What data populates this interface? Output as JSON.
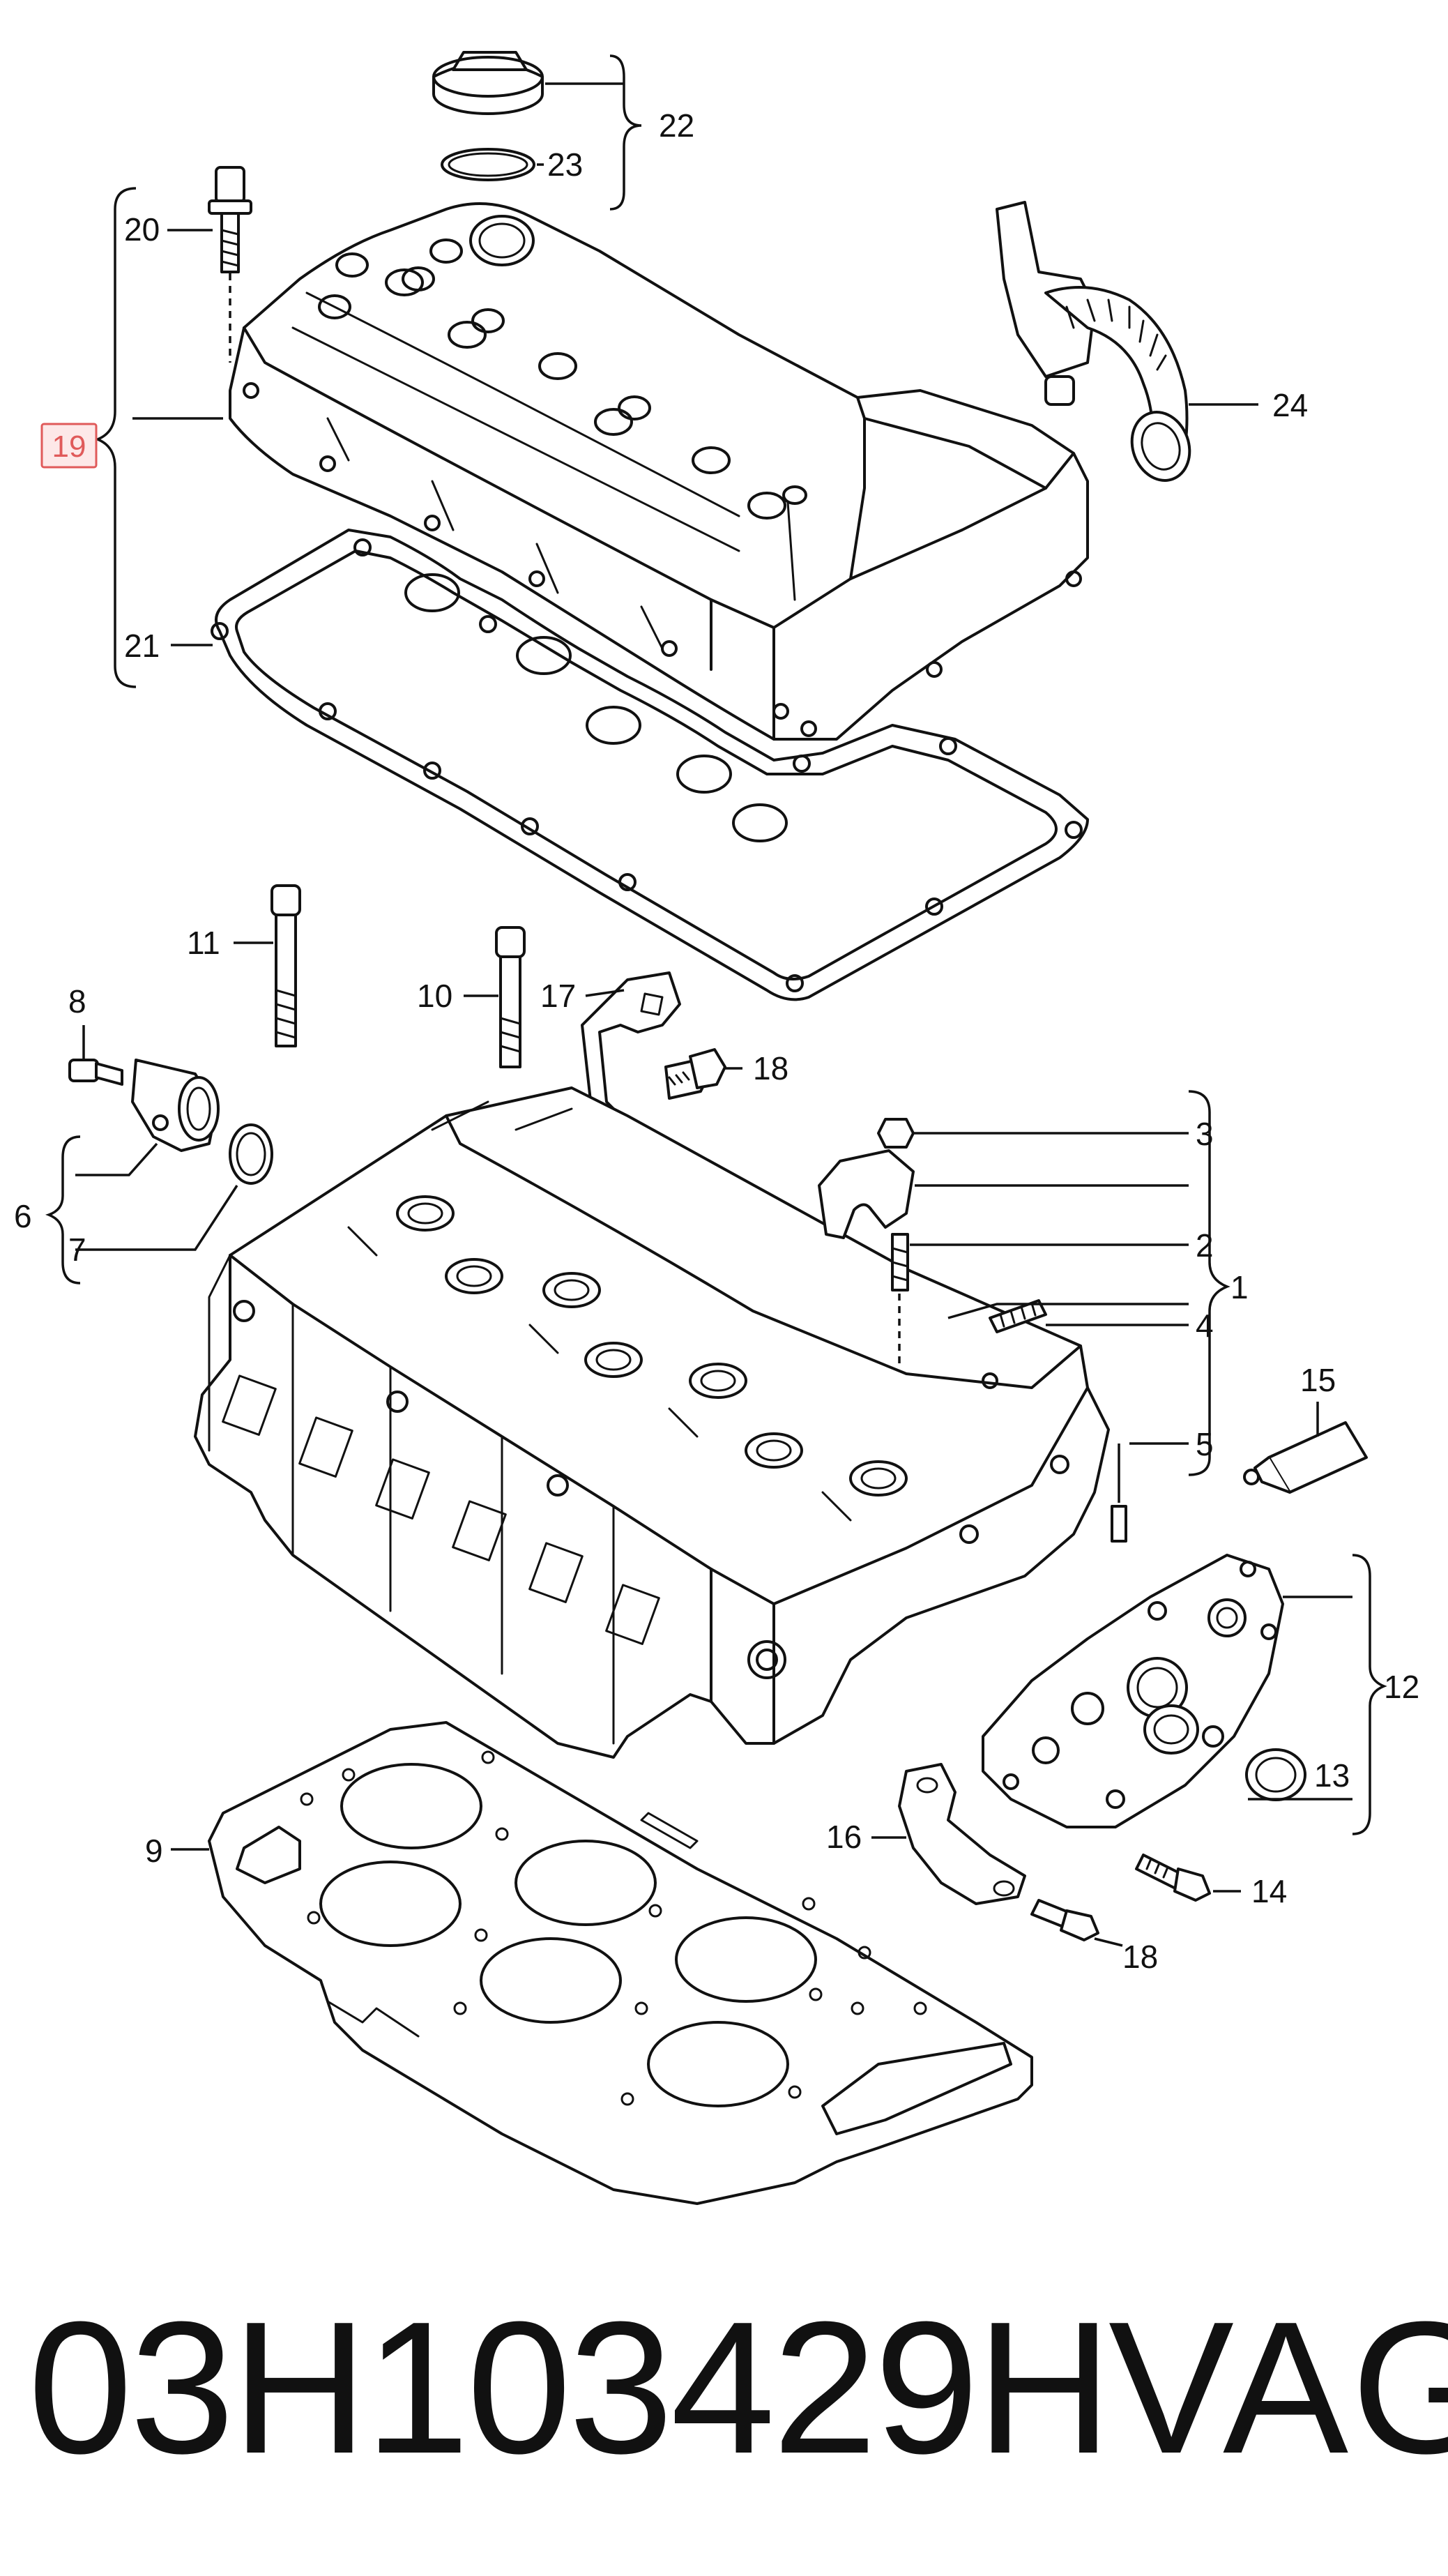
{
  "diagram": {
    "highlighted_label": "19",
    "callouts": {
      "c1": "1",
      "c2": "2",
      "c3": "3",
      "c4": "4",
      "c5": "5",
      "c6": "6",
      "c7": "7",
      "c8": "8",
      "c9": "9",
      "c10": "10",
      "c11": "11",
      "c12": "12",
      "c13": "13",
      "c14": "14",
      "c15": "15",
      "c16": "16",
      "c17": "17",
      "c18a": "18",
      "c18b": "18",
      "c20": "20",
      "c21": "21",
      "c22": "22",
      "c23": "23",
      "c24": "24"
    },
    "colors": {
      "line": "#111111",
      "highlight_border": "#e05a5a",
      "highlight_fill": "#fde8e8"
    }
  },
  "caption": {
    "part_number": "03H103429H",
    "brand": "VAG"
  }
}
